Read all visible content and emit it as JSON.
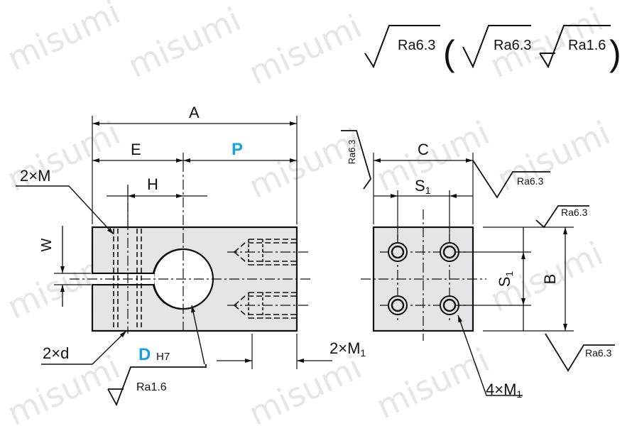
{
  "watermark": "misumi",
  "colors": {
    "accent": "#1aa0e0",
    "ink": "#111111",
    "part_fill": "#e4e5e6"
  },
  "finish_legend": {
    "main": "Ra6.3",
    "alt1": "Ra6.3",
    "alt2": "Ra1.6",
    "paren_open": "(",
    "paren_close": ")"
  },
  "front_view": {
    "dim_A": "A",
    "dim_E": "E",
    "dim_P": "P",
    "dim_H": "H",
    "dim_W": "W",
    "callout_2M": "2×M",
    "callout_2d": "2×d",
    "bore_D": "D",
    "bore_tol": "H7",
    "bore_finish": "Ra1.6",
    "callout_2M1": "2×M",
    "callout_2M1_sub": "1"
  },
  "side_view": {
    "dim_C": "C",
    "dim_S1_top": "S",
    "dim_S1_top_sub": "1",
    "dim_S1_side": "S",
    "dim_S1_side_sub": "1",
    "dim_B": "B",
    "finish_top_left": "Ra6.3",
    "finish_top_right": "Ra6.3",
    "finish_right_top": "Ra6.3",
    "finish_right_bottom": "Ra6.3",
    "callout_4M1": "4×M",
    "callout_4M1_sub": "1"
  }
}
